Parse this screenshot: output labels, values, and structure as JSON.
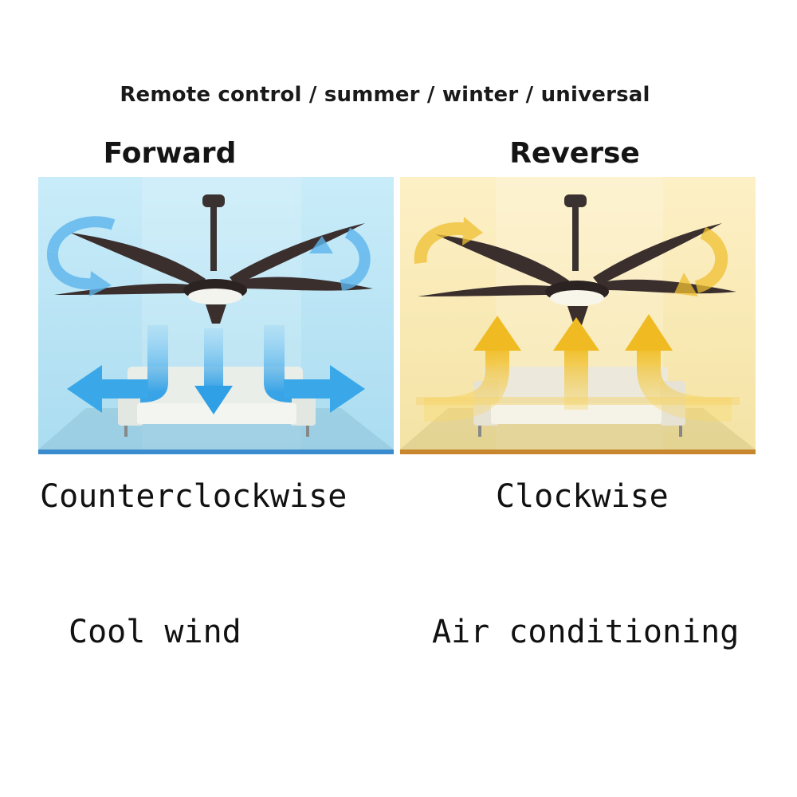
{
  "headline": "Remote control / summer / winter / universal",
  "modes": [
    {
      "title": "Forward",
      "direction": "Counterclockwise",
      "effect": "Cool wind",
      "background_color": "#bfe6f6",
      "arrow_color": "#3aa8e8"
    },
    {
      "title": "Reverse",
      "direction": "Clockwise",
      "effect": "Air conditioning",
      "background_color": "#fbeec0",
      "arrow_color": "#f2c230"
    }
  ],
  "icons": [
    "ceiling-fan-icon",
    "sofa-icon",
    "airflow-arrow-icon"
  ]
}
